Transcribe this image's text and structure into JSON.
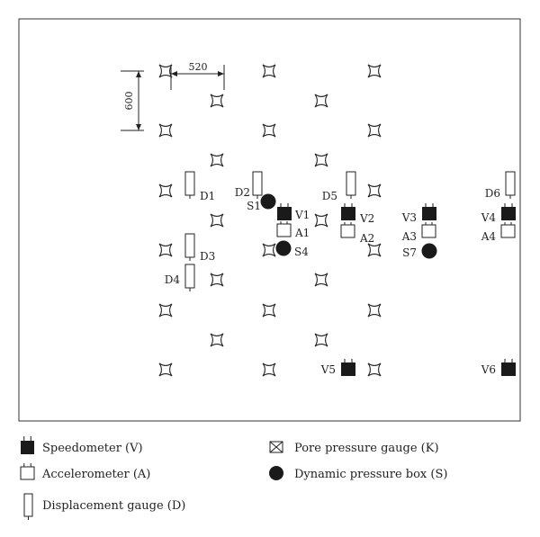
{
  "dimensions": {
    "horizontal": "520",
    "vertical": "600"
  },
  "pore_gauges": [
    {
      "col": 0,
      "row": 0
    },
    {
      "col": 2,
      "row": 0
    },
    {
      "col": 4,
      "row": 0
    },
    {
      "col": 1,
      "row": 1
    },
    {
      "col": 3,
      "row": 1
    },
    {
      "col": 0,
      "row": 2
    },
    {
      "col": 2,
      "row": 2
    },
    {
      "col": 4,
      "row": 2
    },
    {
      "col": 1,
      "row": 3
    },
    {
      "col": 3,
      "row": 3
    },
    {
      "col": 0,
      "row": 4
    },
    {
      "col": 4,
      "row": 4
    },
    {
      "col": 1,
      "row": 5
    },
    {
      "col": 3,
      "row": 5
    },
    {
      "col": 0,
      "row": 6
    },
    {
      "col": 2,
      "row": 6
    },
    {
      "col": 4,
      "row": 6
    },
    {
      "col": 1,
      "row": 7
    },
    {
      "col": 3,
      "row": 7
    },
    {
      "col": 0,
      "row": 8
    },
    {
      "col": 2,
      "row": 8
    },
    {
      "col": 4,
      "row": 8
    },
    {
      "col": 1,
      "row": 9
    },
    {
      "col": 3,
      "row": 9
    },
    {
      "col": 0,
      "row": 10
    },
    {
      "col": 2,
      "row": 10
    },
    {
      "col": 4,
      "row": 10
    }
  ],
  "displacement_gauges": [
    {
      "label": "D1",
      "anchor": "D1"
    },
    {
      "label": "D2",
      "anchor": "D2"
    },
    {
      "label": "D3",
      "anchor": "D3"
    },
    {
      "label": "D4",
      "anchor": "D4"
    },
    {
      "label": "D5",
      "anchor": "D5"
    },
    {
      "label": "D6",
      "anchor": "D6"
    }
  ],
  "speedometers": [
    {
      "label": "V1",
      "anchor": "V1"
    },
    {
      "label": "V2",
      "anchor": "V2"
    },
    {
      "label": "V3",
      "anchor": "V3"
    },
    {
      "label": "V4",
      "anchor": "V4"
    },
    {
      "label": "V5",
      "anchor": "V5"
    },
    {
      "label": "V6",
      "anchor": "V6"
    }
  ],
  "accelerometers": [
    {
      "label": "A1",
      "anchor": "A1"
    },
    {
      "label": "A2",
      "anchor": "A2"
    },
    {
      "label": "A3",
      "anchor": "A3"
    },
    {
      "label": "A4",
      "anchor": "A4"
    }
  ],
  "pressure_boxes": [
    {
      "label": "S1",
      "anchor": "S1"
    },
    {
      "label": "S4",
      "anchor": "S4"
    },
    {
      "label": "S7",
      "anchor": "S7"
    }
  ],
  "legend": {
    "speedometer": "Speedometer (V)",
    "accelerometer": "Accelerometer (A)",
    "displacement": "Displacement gauge (D)",
    "pore": "Pore pressure gauge (K)",
    "pressure_box": "Dynamic pressure box (S)"
  },
  "colors": {
    "ink": "#222222",
    "frame": "#333333",
    "fill": "#1a1a1a"
  }
}
